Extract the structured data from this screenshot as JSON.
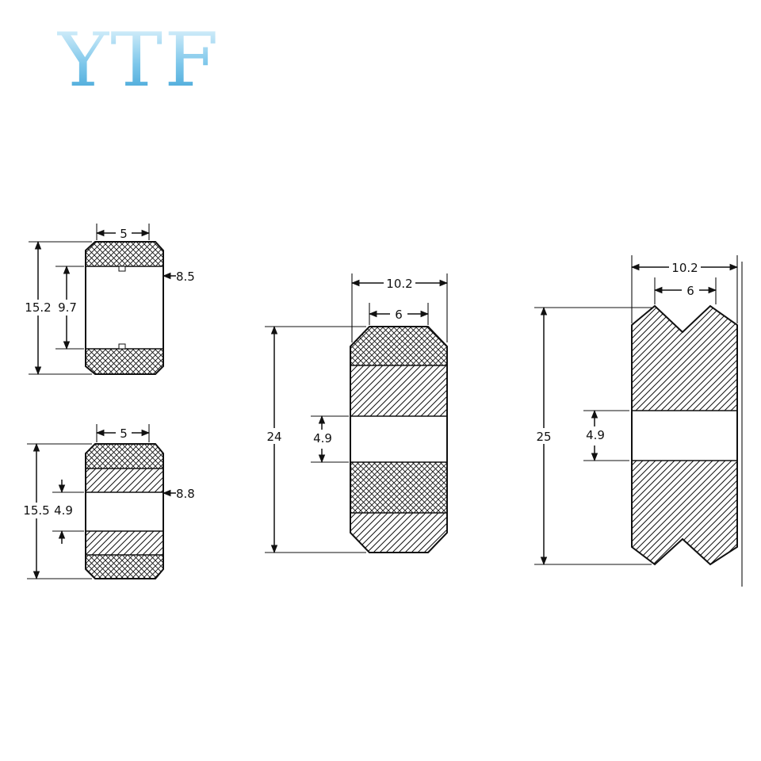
{
  "logo": {
    "text": "YTF",
    "color_top": "#dff3fc",
    "color_bottom": "#3fa3d6"
  },
  "pulley_small_a": {
    "top_width": "5",
    "height": "15.2",
    "bore": "9.7",
    "groove": "8.5"
  },
  "pulley_small_b": {
    "top_width": "5",
    "height": "15.5",
    "bore": "4.9",
    "groove": "8.8"
  },
  "pulley_medium": {
    "outer_width": "10.2",
    "inner_width": "6",
    "height": "24",
    "bore": "4.9"
  },
  "pulley_large": {
    "outer_width": "10.2",
    "inner_width": "6",
    "height": "25",
    "bore": "4.9"
  }
}
